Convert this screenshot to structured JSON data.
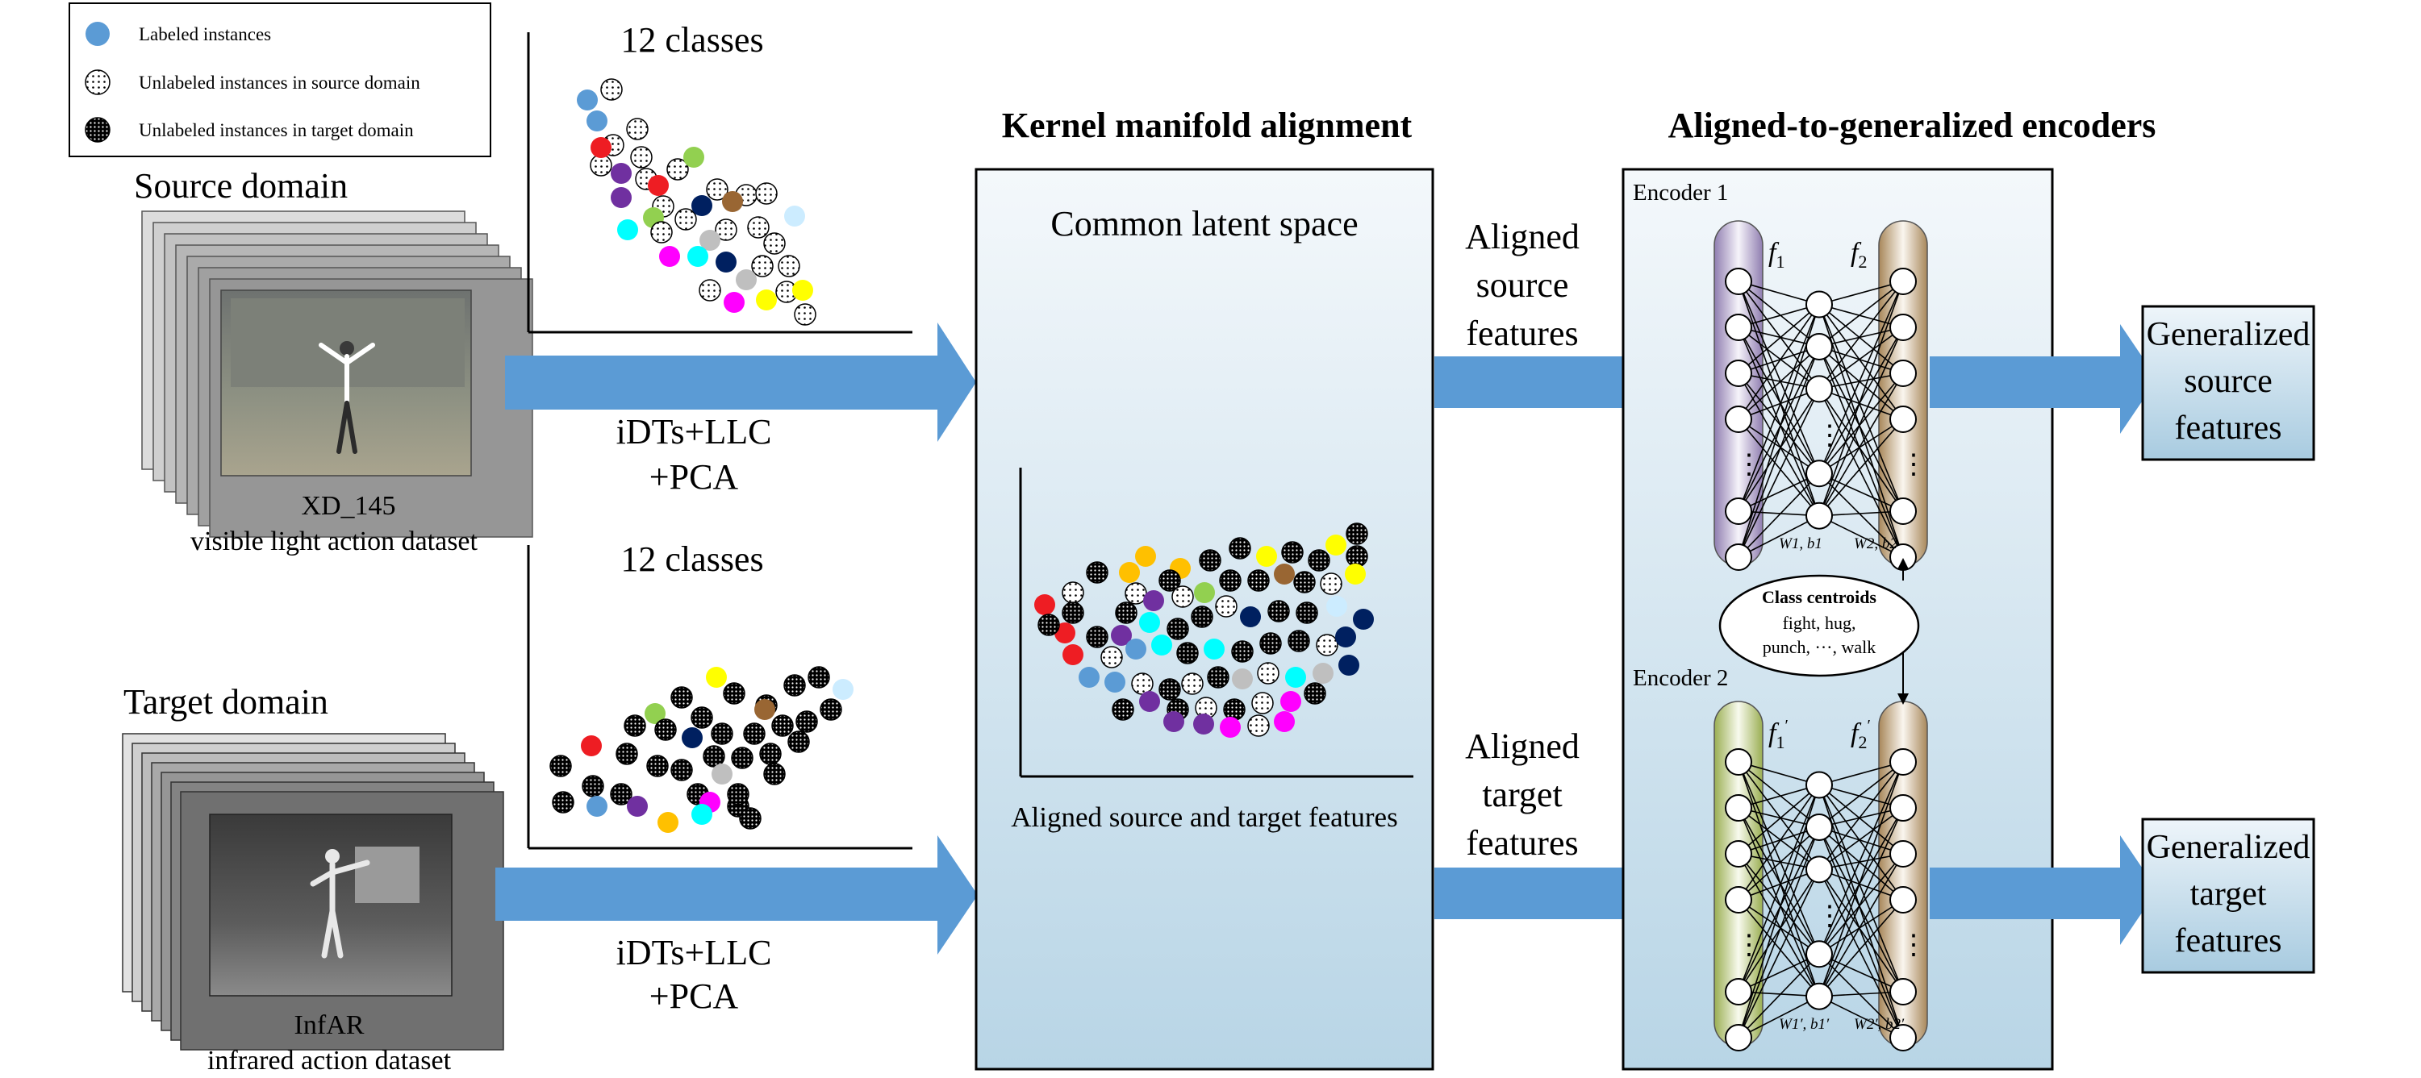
{
  "legend": {
    "labeled": "Labeled instances",
    "unlabeled_source": "Unlabeled instances in source domain",
    "unlabeled_target": "Unlabeled instances in target domain"
  },
  "source": {
    "title": "Source domain",
    "dataset_name": "XD_145",
    "dataset_desc": "visible light action dataset",
    "scatter_title": "12 classes",
    "pipeline_line1": "iDTs+LLC",
    "pipeline_line2": "+PCA"
  },
  "target": {
    "title": "Target domain",
    "dataset_name": "InfAR",
    "dataset_desc": "infrared action dataset",
    "scatter_title": "12 classes",
    "pipeline_line1": "iDTs+LLC",
    "pipeline_line2": "+PCA"
  },
  "kma": {
    "heading": "Kernel manifold alignment",
    "latent_title": "Common latent space",
    "latent_caption": "Aligned source and target features"
  },
  "aligned_source": [
    "Aligned",
    "source",
    "features"
  ],
  "aligned_target": [
    "Aligned",
    "target",
    "features"
  ],
  "encoders": {
    "heading": "Aligned-to-generalized encoders",
    "encoder1_label": "Encoder 1",
    "encoder2_label": "Encoder 2",
    "enc1_f_left": "f",
    "enc1_f_left_sub": "1",
    "enc1_f_right": "f",
    "enc1_f_right_sub": "2",
    "enc2_f_left": "f",
    "enc2_f_left_sub": "1",
    "enc2_f_right": "f",
    "enc2_f_right_sub": "2",
    "enc1_params_left": "W1, b1",
    "enc1_params_right": "W2, b2",
    "enc2_params_left": "W1′, b1′",
    "enc2_params_right": "W2′, b2′",
    "centroids_title": "Class centroids",
    "centroids_line1": "fight, hug,",
    "centroids_line2": "punch, ···, walk",
    "dots": "⋮"
  },
  "outputs": {
    "source": [
      "Generalized",
      "source",
      "features"
    ],
    "target": [
      "Generalized",
      "target",
      "features"
    ]
  },
  "colors": {
    "arrow": "#5b9bd5",
    "panel_top": "#f4f8fb",
    "panel_bottom": "#b8d5e6",
    "output_top": "#eef5fa",
    "output_bottom": "#a8cbe0",
    "labeled": "#5b9bd5",
    "class_colors": [
      "#5b9bd5",
      "#ee1d23",
      "#7030a0",
      "#00ffff",
      "#92d050",
      "#ff00ff",
      "#002060",
      "#996633",
      "#bfbfbf",
      "#ffff00",
      "#ffc000",
      "#ccecff"
    ]
  }
}
